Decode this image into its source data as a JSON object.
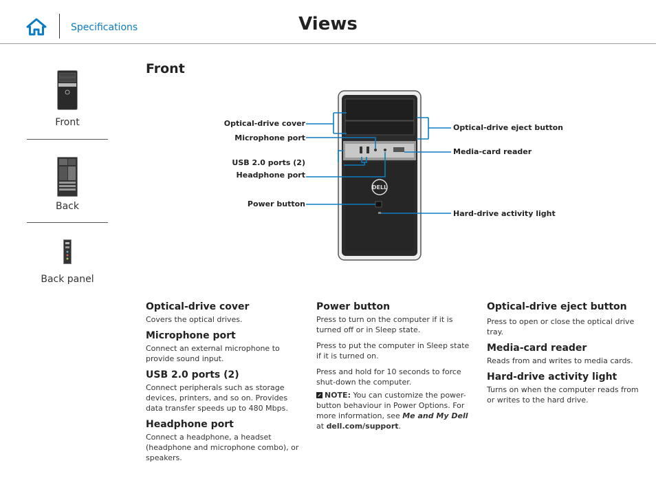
{
  "header": {
    "home_label": "home-icon",
    "link": "Specifications",
    "title": "Views"
  },
  "sidebar": {
    "items": [
      {
        "label": "Front"
      },
      {
        "label": "Back"
      },
      {
        "label": "Back panel"
      }
    ]
  },
  "section": {
    "title": "Front"
  },
  "callouts": {
    "optical_drive_cover": "Optical-drive cover",
    "microphone_port": "Microphone port",
    "usb_ports": "USB 2.0 ports (2)",
    "headphone_port": "Headphone port",
    "power_button": "Power button",
    "optical_eject": "Optical-drive eject button",
    "media_card": "Media-card reader",
    "hdd_light": "Hard-drive activity light"
  },
  "logo_text": "DELL",
  "columns": {
    "col1": [
      {
        "title": "Optical-drive cover",
        "text": "Covers the optical drives."
      },
      {
        "title": "Microphone port",
        "text": "Connect an external microphone to provide sound input."
      },
      {
        "title": "USB 2.0 ports (2)",
        "text": "Connect peripherals such as storage devices, printers, and so on. Provides data transfer speeds up to 480 Mbps."
      },
      {
        "title": "Headphone port",
        "text": "Connect a headphone, a headset (headphone and microphone combo), or speakers."
      }
    ],
    "col2": {
      "title": "Power button",
      "p1": "Press to turn on the computer if it is turned off or in Sleep state.",
      "p2": "Press to put the computer in Sleep state if it is turned on.",
      "p3": "Press and hold for 10 seconds to force shut-down the computer.",
      "note_label": "NOTE:",
      "note_text": " You can customize the power-button behaviour in Power Options. For more information, see ",
      "note_link": "Me and My Dell",
      "note_at": " at ",
      "note_url": "dell.com/support",
      "note_end": "."
    },
    "col3": [
      {
        "title": "Optical-drive eject button",
        "text": "Press to open or close the optical drive tray."
      },
      {
        "title": "Media-card reader",
        "text": "Reads from and writes to media cards."
      },
      {
        "title": "Hard-drive activity light",
        "text": "Turns on when the computer reads from or writes to the hard drive."
      }
    ]
  },
  "colors": {
    "accent": "#0b7cc1",
    "callout_line": "#0b7cc1"
  }
}
